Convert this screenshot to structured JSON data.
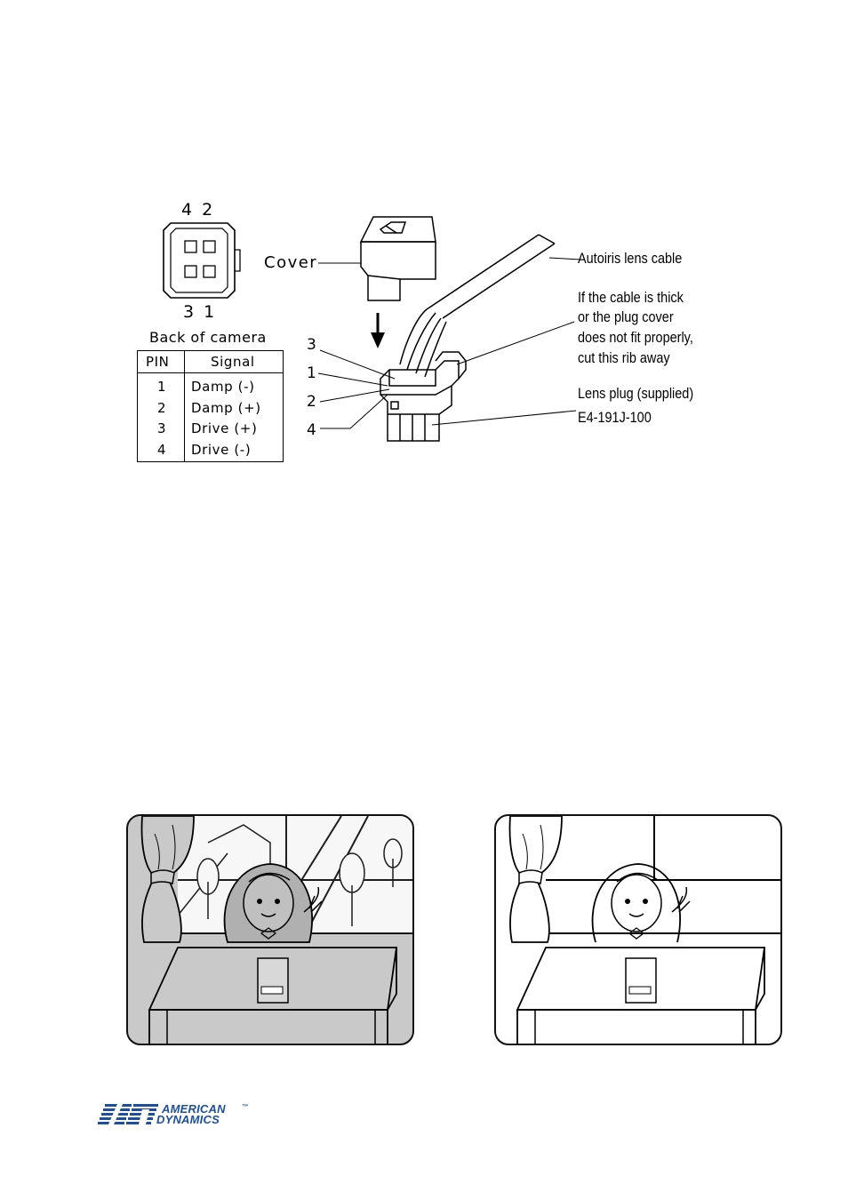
{
  "connector": {
    "pin_top_labels": "4 2",
    "pin_bottom_labels": "3 1",
    "caption": "Back of camera"
  },
  "pin_table": {
    "headers": [
      "PIN",
      "Signal"
    ],
    "rows": [
      {
        "pin": "1",
        "signal": "Damp (-)"
      },
      {
        "pin": "2",
        "signal": "Damp (+)"
      },
      {
        "pin": "3",
        "signal": "Drive (+)"
      },
      {
        "pin": "4",
        "signal": "Drive (-)"
      }
    ]
  },
  "plug_diagram": {
    "cover_label": "Cover",
    "cable_label": "Autoiris lens cable",
    "rib_note": [
      "If the cable is thick",
      "or the plug cover",
      "does not fit properly,",
      "cut this rib away"
    ],
    "plug_label": [
      "Lens plug (supplied)",
      "E4-191J-100"
    ],
    "pin_callouts": [
      "3",
      "1",
      "2",
      "4"
    ]
  },
  "logo": {
    "line1": "AMERICAN",
    "line2": "DYNAMICS",
    "tm": "™",
    "brand_color": "#1d4f9a"
  }
}
